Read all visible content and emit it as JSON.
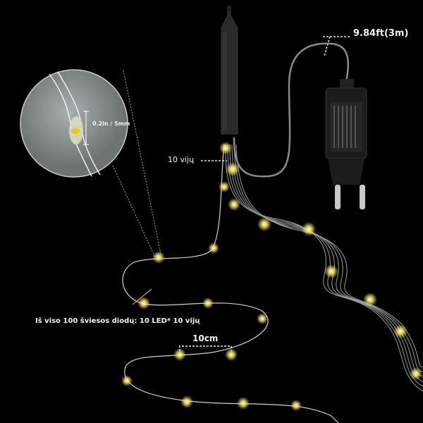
{
  "labels": {
    "cable_length": "9.84ft(3m)",
    "strands": "10 vijų",
    "led_size": "0.2in / 5mm",
    "total_leds": "Iš viso 100 šviesos diodų: 10 LED* 10 vijų",
    "spacing": "10cm"
  },
  "colors": {
    "background": "#000000",
    "led": "#fff6a8",
    "wire": "#d8d8d8",
    "adapter": "#1c1c1c"
  }
}
